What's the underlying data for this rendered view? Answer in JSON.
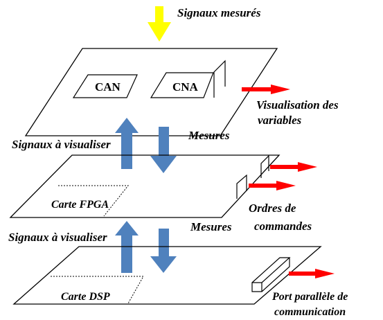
{
  "labels": {
    "signaux_mesures": "Signaux mesurés",
    "can": "CAN",
    "cna": "CNA",
    "visualisation_line1": "Visualisation des",
    "visualisation_line2": "variables",
    "mesures_1": "Mesures",
    "signaux_visualiser_1": "Signaux à visualiser",
    "carte_fpga": "Carte FPGA",
    "ordres_line1": "Ordres de",
    "ordres_line2": "commandes",
    "mesures_2": "Mesures",
    "signaux_visualiser_2": "Signaux à visualiser",
    "carte_dsp": "Carte DSP",
    "port_line1": "Port parallèle de",
    "port_line2": "communication"
  },
  "colors": {
    "input_arrow": "#ffff00",
    "output_arrow": "#ff0000",
    "exchange_arrow": "#4f81bd",
    "outline": "#000000"
  }
}
